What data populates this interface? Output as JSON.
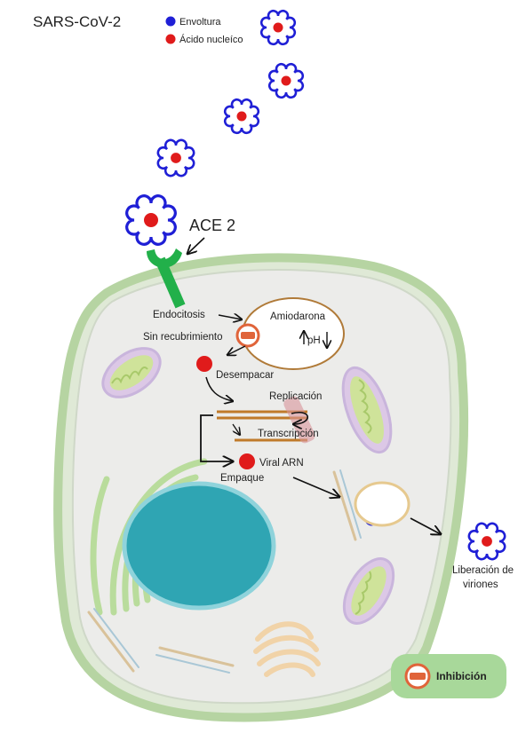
{
  "title": "SARS-CoV-2",
  "legend": {
    "envelope": {
      "label": "Envoltura",
      "color": "#1f1fd6"
    },
    "nucleic_acid": {
      "label": "Ácido nucleíco",
      "color": "#e01b1b"
    }
  },
  "receptor_label": "ACE 2",
  "steps": {
    "endocytosis": "Endocitosis",
    "uncoating": "Sin recubrimiento",
    "drug": "Amiodarona",
    "ph": "pH",
    "unpacking": "Desempacar",
    "replication": "Replicación",
    "transcription": "Transcripción",
    "viral_rna": "Viral ARN",
    "packaging": "Empaque",
    "release_line1": "Liberación de",
    "release_line2": "viriones"
  },
  "inhibition_label": "Inhibición",
  "colors": {
    "receptor": "#22b04a",
    "cell_membrane": "#b6d4a2",
    "cytoplasm": "#ececea",
    "nucleus": "#2fa5b3",
    "endoplasmic_reticulum": "#b9dc9c",
    "inhibition_box": "#a8d89a",
    "inhibition_icon": "#e0643a",
    "rna_strand": "#c07a2a"
  }
}
